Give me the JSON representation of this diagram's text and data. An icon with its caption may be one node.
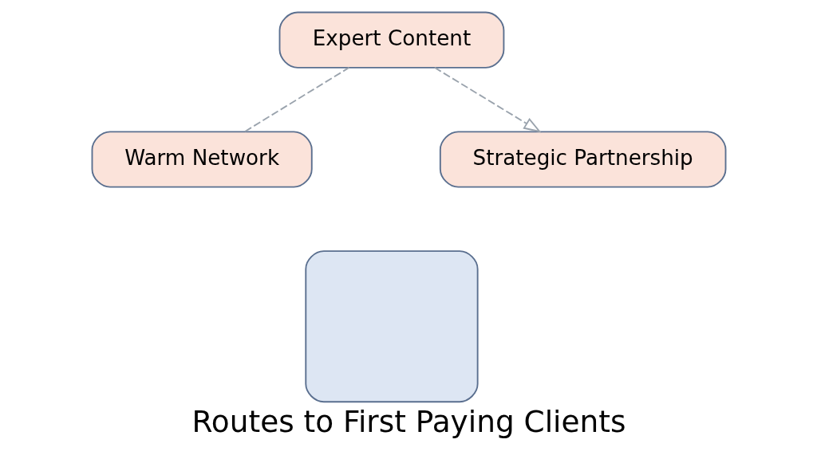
{
  "diagram": {
    "title": "Routes to First Paying Clients",
    "nodes": [
      {
        "text": [
          "Expert Content"
        ]
      },
      {
        "text": [
          "Warm Network"
        ]
      },
      {
        "text": [
          "Strategic Partnership"
        ]
      },
      {
        "text": [],
        "shape": "box"
      }
    ],
    "edges": [
      {
        "from": 1,
        "to": 0,
        "arrow": "none",
        "style": "dashed"
      },
      {
        "from": 0,
        "to": 2,
        "arrow": "to",
        "style": "dashed"
      }
    ]
  }
}
